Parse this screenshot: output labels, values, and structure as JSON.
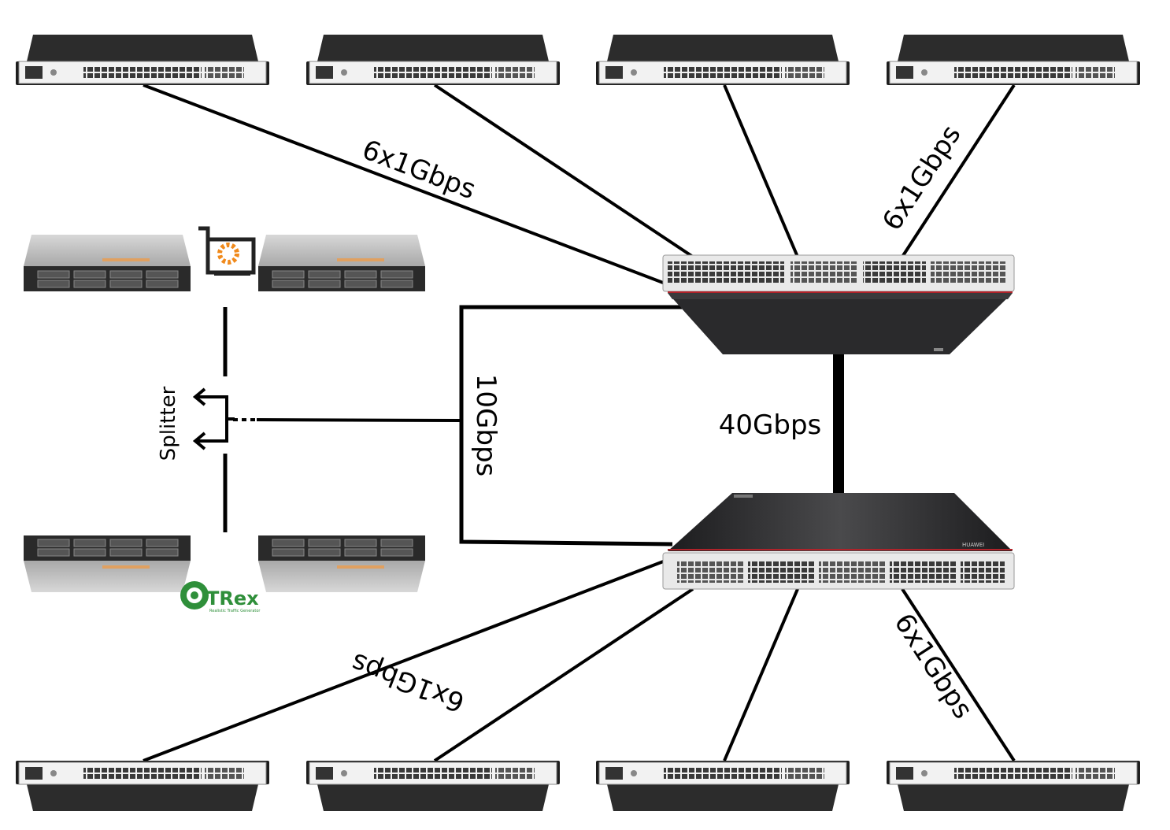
{
  "labels": {
    "link_top_left": "6x1Gbps",
    "link_top_right": "6x1Gbps",
    "link_bottom_left": "6x1Gbps",
    "link_bottom_right": "6x1Gbps",
    "uplink_10g": "10Gbps",
    "core_40g": "40Gbps",
    "splitter": "Splitter"
  },
  "logos": {
    "trex_title": "TRex",
    "trex_subtitle": "Realistic Traffic Generator",
    "switch_brand": "HUAWEI"
  },
  "colors": {
    "line": "#000000",
    "switch_dark": "#2b2b2d",
    "switch_accent": "#b0232a",
    "server_silver": "#c9c9c9",
    "nic_orange": "#f08a1c",
    "trex_green": "#2f8f3a"
  }
}
